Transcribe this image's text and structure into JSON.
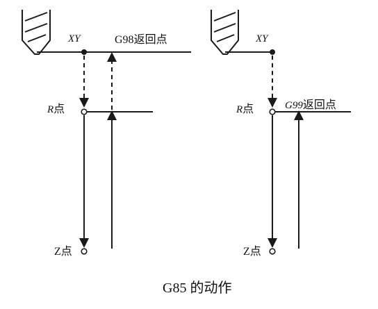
{
  "diagrams": [
    {
      "xy_label": "XY",
      "r_label": "R",
      "z_label": "Z",
      "point_suffix": "点",
      "return_label": "G98",
      "return_suffix": "返回点"
    },
    {
      "xy_label": "XY",
      "r_label": "R",
      "z_label": "Z",
      "point_suffix": "点",
      "return_label": "G99",
      "return_suffix": "返回点"
    }
  ],
  "caption": "G85 的动作"
}
